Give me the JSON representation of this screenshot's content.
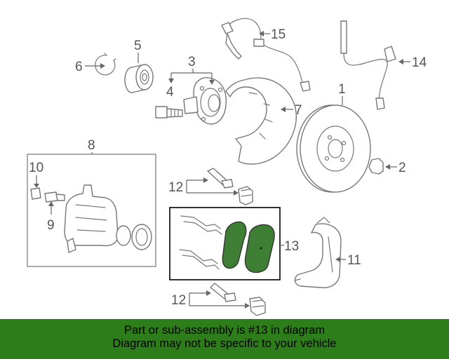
{
  "colors": {
    "banner_bg": "#2d7d1a",
    "highlight_pad": "#3f7f35",
    "highlight_box": "#000000"
  },
  "callouts": {
    "c1": "1",
    "c2": "2",
    "c3": "3",
    "c4": "4",
    "c5": "5",
    "c6": "6",
    "c7": "7",
    "c8": "8",
    "c9": "9",
    "c10": "10",
    "c11": "11",
    "c12a": "12",
    "c12b": "12",
    "c13": "13",
    "c14": "14",
    "c15": "15"
  },
  "banner": {
    "line1": "Part or sub-assembly is #13 in diagram",
    "line2": "Diagram may not be specific to your vehicle"
  }
}
